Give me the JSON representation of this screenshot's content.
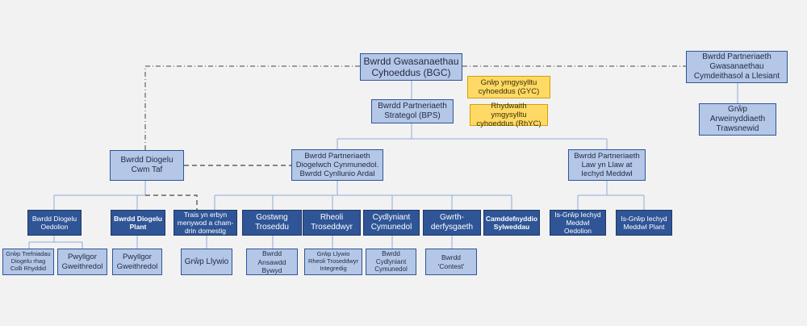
{
  "org_chart": {
    "bgc": "Bwrdd Gwasanaethau\nCyhoeddus (BGC)",
    "partnership_social": "Bwrdd Partneriaeth\nGwasanaethau\nCymdeithasol a Llesiant",
    "transformation_group": "Grŵp\nArweinyddiaeth\nTrawsnewid",
    "gyc": "Grŵp ymgysylltu\ncyhoeddus (GYC)",
    "rhyc": "Rhydwaith ymgysylltu\ncyhoeddus (RhYC)",
    "bps": "Bwrdd Partneriaeth\nStrategol (BPS)",
    "safeguarding_board": "Bwrdd Diogelu\nCwm Taf",
    "community_safety": "Bwrdd Partneriaeth\nDiogelwch Cynmunedol.\nBwrdd Cynllunio Ardal",
    "mental_health": "Bwrdd Partneriaeth\nLaw yn Llaw at\nIechyd Meddwl",
    "adult_safeguarding": "Bwrdd Diogelu\nOedolion",
    "child_safeguarding": "Bwrdd Diogelu\nPlant",
    "domestic_abuse": "Trais yn erbyn\nmenywod a cham-\ndrin domestig",
    "reduce_crime": "Gostwng\nTroseddu",
    "offender_mgmt": "Rheoli\nTroseddwyr",
    "cohesion": "Cydlyniant\nCymunedol",
    "counter_terror": "Gwrth-\nderfysgaeth",
    "substance_misuse": "Camddefnyddio\nSylweddau",
    "adult_mh_subgroup": "Is-Grŵp Iechyd\nMeddwl\nOedolion",
    "child_mh_subgroup": "Is-Grŵp Iechyd\nMeddwl Plant",
    "procedures_group": "Grŵp Trefniadau\nDiogelu rhag\nColli Rhyddid",
    "exec_committee_adult": "Pwyllgor\nGweithredol",
    "exec_committee_child": "Pwyllgor\nGweithredol",
    "steering_group": "Grŵp Llywio",
    "asb_board": "Bwrdd\nAnsawdd\nBywyd",
    "iom_group": "Grŵp Llywio\nRheoli Troseddwyr\nIntegredig",
    "cohesion_board": "Bwrdd\nCydlyniant\nCymunedol",
    "contest_board": "Bwrdd\n'Contest'"
  }
}
